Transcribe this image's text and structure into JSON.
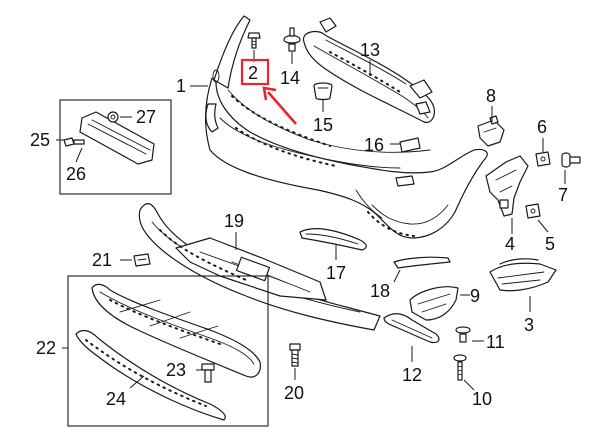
{
  "diagram": {
    "highlight_color": "#e8262b",
    "callouts": {
      "c1": "1",
      "c2": "2",
      "c3": "3",
      "c4": "4",
      "c5": "5",
      "c6": "6",
      "c7": "7",
      "c8": "8",
      "c9": "9",
      "c10": "10",
      "c11": "11",
      "c12": "12",
      "c13": "13",
      "c14": "14",
      "c15": "15",
      "c16": "16",
      "c17": "17",
      "c18": "18",
      "c19": "19",
      "c20": "20",
      "c21": "21",
      "c22": "22",
      "c23": "23",
      "c24": "24",
      "c25": "25",
      "c26": "26",
      "c27": "27"
    },
    "highlighted_callout": "2"
  }
}
